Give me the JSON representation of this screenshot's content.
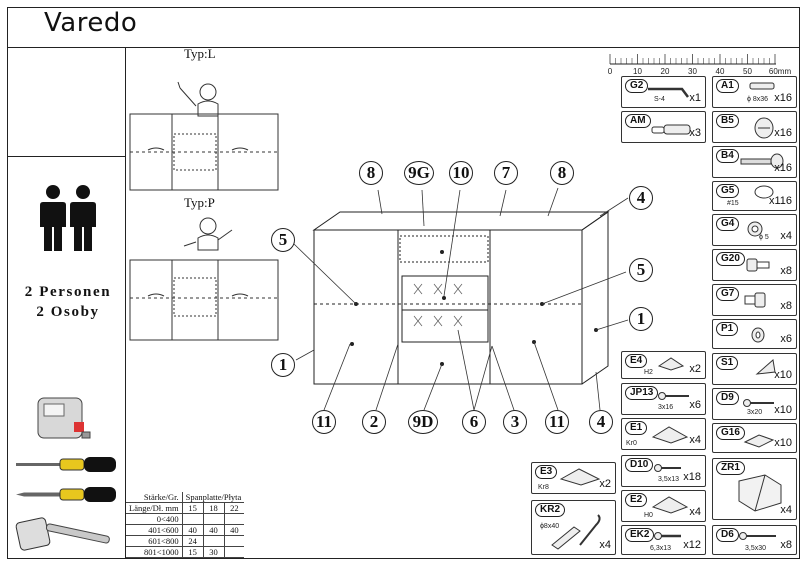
{
  "title": "Varedo",
  "persons": {
    "line1": "2 Personen",
    "line2": "2 Osoby"
  },
  "typ_labels": {
    "l": "Typ:L",
    "p": "Typ:P"
  },
  "callouts": {
    "c8a": "8",
    "c9g": "9G",
    "c10": "10",
    "c7": "7",
    "c8b": "8",
    "c4a": "4",
    "c5a": "5",
    "c5b": "5",
    "c1a": "1",
    "c1b": "1",
    "c11a": "11",
    "c2": "2",
    "c9d": "9D",
    "c6": "6",
    "c3": "3",
    "c11b": "11",
    "c4b": "4"
  },
  "ruler": {
    "ticks": [
      "0",
      "10",
      "20",
      "30",
      "40",
      "50",
      "60mm"
    ]
  },
  "parts": {
    "g2": {
      "code": "G2",
      "spec": "S-4",
      "qty": "x1"
    },
    "a1": {
      "code": "A1",
      "spec": "ϕ 8x36",
      "qty": "x16"
    },
    "am": {
      "code": "AM",
      "spec": "",
      "qty": "x3"
    },
    "b5": {
      "code": "B5",
      "spec": "",
      "qty": "x16"
    },
    "b4": {
      "code": "B4",
      "spec": "",
      "qty": "x16"
    },
    "g5": {
      "code": "G5",
      "spec": "#15",
      "qty": "x116"
    },
    "g4": {
      "code": "G4",
      "spec": "ϕ 5",
      "qty": "x4"
    },
    "g20": {
      "code": "G20",
      "spec": "",
      "qty": "x8"
    },
    "g7": {
      "code": "G7",
      "spec": "",
      "qty": "x8"
    },
    "p1": {
      "code": "P1",
      "spec": "",
      "qty": "x6"
    },
    "e4": {
      "code": "E4",
      "spec": "H2",
      "qty": "x2"
    },
    "s1": {
      "code": "S1",
      "spec": "",
      "qty": "x10"
    },
    "jp13": {
      "code": "JP13",
      "spec": "3x16",
      "qty": "x6"
    },
    "d9": {
      "code": "D9",
      "spec": "3x20",
      "qty": "x10"
    },
    "e1": {
      "code": "E1",
      "spec": "Kr0",
      "qty": "x4"
    },
    "g16": {
      "code": "G16",
      "spec": "",
      "qty": "x10"
    },
    "e3": {
      "code": "E3",
      "spec": "Kr8",
      "qty": "x2"
    },
    "d10": {
      "code": "D10",
      "spec": "3,5x13",
      "qty": "x18"
    },
    "zr1": {
      "code": "ZR1",
      "spec": "",
      "qty": "x4"
    },
    "kr2": {
      "code": "KR2",
      "spec": "ϕ8x40",
      "qty": "x4"
    },
    "e2": {
      "code": "E2",
      "spec": "H0",
      "qty": "x4"
    },
    "ek2": {
      "code": "EK2",
      "spec": "6,3x13",
      "qty": "x12"
    },
    "d6": {
      "code": "D6",
      "spec": "3,5x30",
      "qty": "x8"
    }
  },
  "span_table": {
    "header1": "Stärke/Gr.",
    "header2": "Spanplatte/Płyta",
    "row_head": "Länge/Dł.",
    "unit": "mm",
    "cols": [
      "15",
      "18",
      "22"
    ],
    "rows": [
      {
        "label": "0<400",
        "v": [
          "",
          "",
          ""
        ]
      },
      {
        "label": "401<600",
        "v": [
          "40",
          "40",
          "40"
        ]
      },
      {
        "label": "601<800",
        "v": [
          "24",
          "",
          ""
        ]
      },
      {
        "label": "801<1000",
        "v": [
          "15",
          "30",
          ""
        ]
      }
    ]
  }
}
